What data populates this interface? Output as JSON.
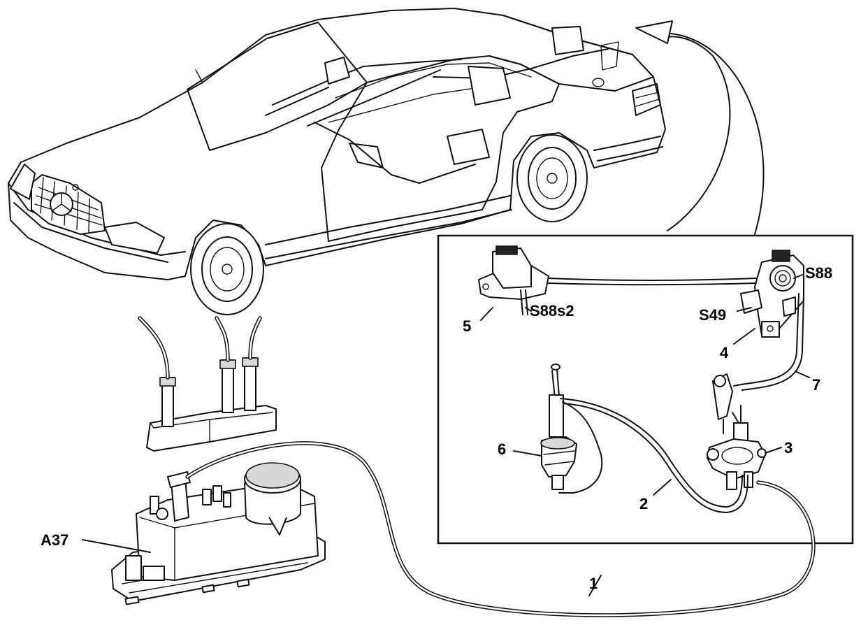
{
  "labels": {
    "A37": "A37",
    "n1": "1",
    "n2": "2",
    "n3": "3",
    "n4": "4",
    "n5": "5",
    "n6": "6",
    "n7": "7",
    "S88": "S88",
    "S49": "S49",
    "S88s2": "S88s2"
  }
}
